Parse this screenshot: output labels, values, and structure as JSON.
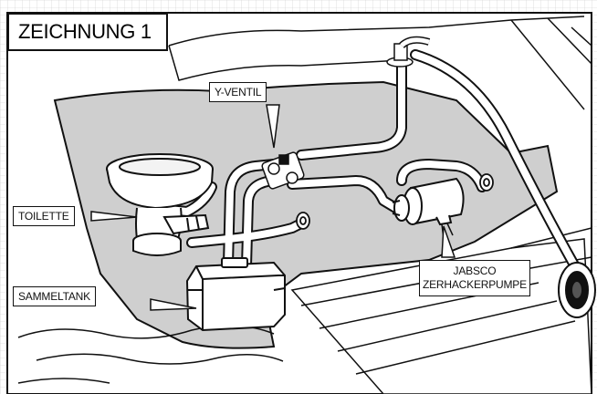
{
  "figure": {
    "title": "ZEICHNUNG 1",
    "labels": {
      "y_ventil": "Y-VENTIL",
      "toilette": "TOILETTE",
      "sammeltank": "SAMMELTANK",
      "pumpe_line1": "JABSCO",
      "pumpe_line2": "ZERHACKERPUMPE"
    }
  },
  "colors": {
    "hull": "#cfcfcf",
    "line": "#111111",
    "grid": "#c9c9c9",
    "background": "#ffffff"
  }
}
